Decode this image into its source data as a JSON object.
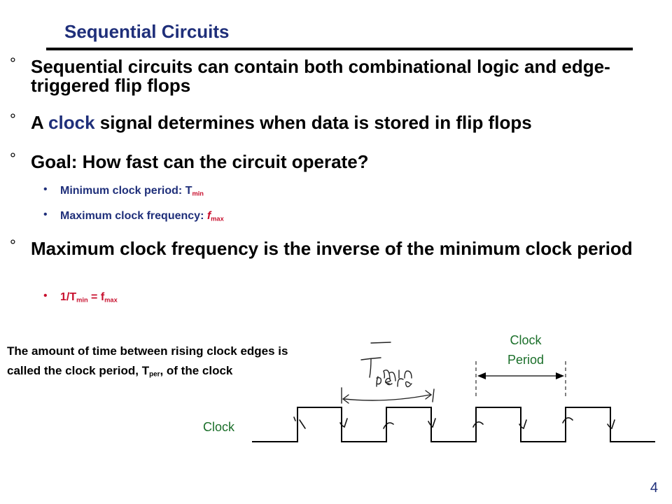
{
  "title": "Sequential Circuits",
  "bullet_glyph": "°",
  "sub_glyph": "•",
  "bullets": [
    {
      "text": "Sequential circuits can contain both combinational logic and edge-triggered flip flops"
    },
    {
      "before": "A ",
      "keyword": "clock",
      "after": " signal determines when data is stored in flip flops"
    },
    {
      "text": "Goal: How fast can the circuit operate?"
    },
    {
      "text": "Maximum clock frequency is the inverse of the minimum clock period"
    }
  ],
  "subs": {
    "min_period": {
      "label": "Minimum clock period: ",
      "sym": "T",
      "sub": "min"
    },
    "max_freq": {
      "label": "Maximum clock frequency: ",
      "sym": "f",
      "sub": "max"
    },
    "inverse": {
      "a": "1/T",
      "a_sub": "min",
      "eq": " = f",
      "b_sub": "max"
    }
  },
  "caption": {
    "line1": "The amount of time between rising clock edges is called the clock period, T",
    "sub": "per",
    "line2": ", of the clock"
  },
  "waveform": {
    "label": "Clock",
    "period_label_1": "Clock",
    "period_label_2": "Period",
    "pulses": 4
  },
  "handwriting": {
    "top": "Tmin",
    "bottom": "Tper"
  },
  "page_number": "4",
  "colors": {
    "title": "#1f2f7a",
    "keyword": "#1f2f7a",
    "accent": "#c8102e",
    "label": "#1b6f2a"
  }
}
